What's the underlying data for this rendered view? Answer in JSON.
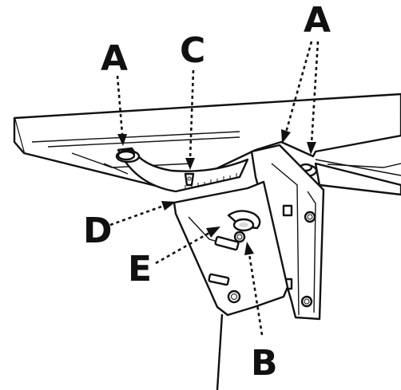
{
  "figure": {
    "callouts": {
      "a_left": "A",
      "a_right": "A",
      "b": "B",
      "c": "C",
      "d": "D",
      "e": "E"
    },
    "colors": {
      "ink": "#111111",
      "shade": "#d9d9d9",
      "paper": "#ffffff"
    }
  }
}
